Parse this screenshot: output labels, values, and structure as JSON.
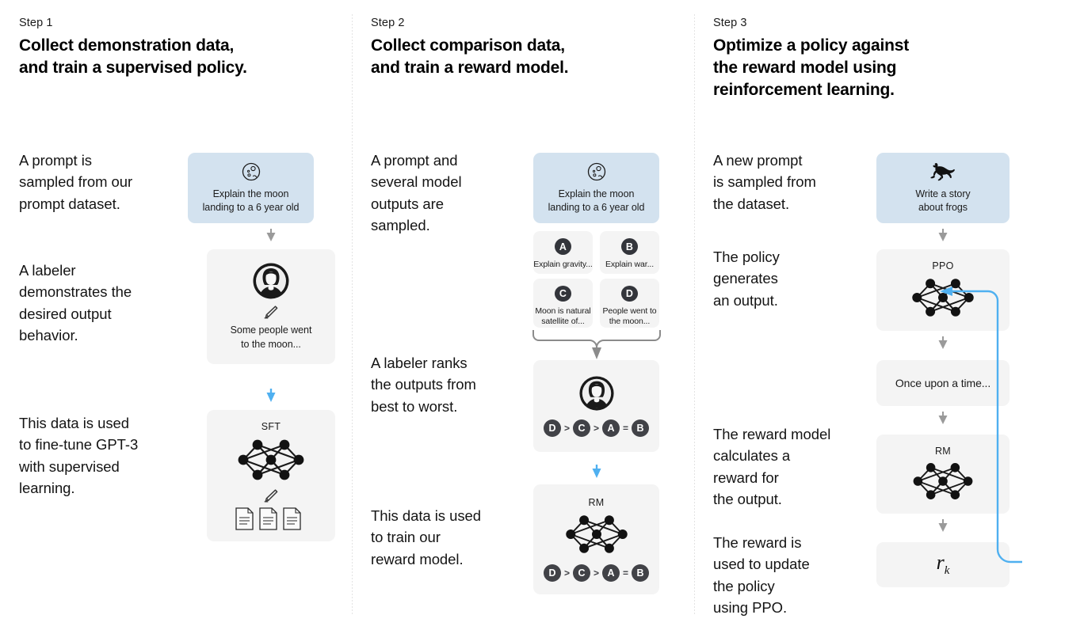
{
  "colors": {
    "prompt_box": "#d3e2ef",
    "neutral_box": "#f4f4f4",
    "accent_arrow": "#4fb0f0",
    "gray_arrow": "#8b8b8b",
    "badge_dark": "#33353b"
  },
  "columns": [
    {
      "step_label": "Step 1",
      "step_title": "Collect demonstration data,\nand train a supervised policy.",
      "paragraphs": [
        "A prompt is\nsampled from our\nprompt dataset.",
        "A labeler\ndemonstrates the\ndesired output\nbehavior.",
        "This data is used\nto fine-tune GPT-3\nwith supervised\nlearning."
      ],
      "cards": {
        "prompt": {
          "icon": "moon-icon",
          "caption": "Explain the moon\nlanding to a 6 year old"
        },
        "labeler": {
          "icon": "labeler-avatar-icon",
          "sub_icon": "pencil-icon",
          "caption": "Some people went\nto the moon..."
        },
        "sft": {
          "label": "SFT",
          "icon": "neural-network-icon",
          "sub_icon": "pencil-icon",
          "docs_icon": "documents-icon"
        }
      }
    },
    {
      "step_label": "Step 2",
      "step_title": "Collect comparison data,\nand train a reward model.",
      "paragraphs": [
        "A prompt and\nseveral model\noutputs are\nsampled.",
        "A labeler ranks\nthe outputs from\nbest to worst.",
        "This data is used\nto train our\nreward model."
      ],
      "cards": {
        "prompt": {
          "icon": "moon-icon",
          "caption": "Explain the moon\nlanding to a 6 year old"
        },
        "outputs": [
          {
            "badge": "A",
            "text": "Explain gravity..."
          },
          {
            "badge": "B",
            "text": "Explain war..."
          },
          {
            "badge": "C",
            "text": "Moon is natural\nsatellite of..."
          },
          {
            "badge": "D",
            "text": "People went to\nthe moon..."
          }
        ],
        "ranking": {
          "icon": "labeler-avatar-icon",
          "items": [
            "D",
            "C",
            "A",
            "B"
          ],
          "operators": [
            ">",
            ">",
            "="
          ]
        },
        "rm": {
          "label": "RM",
          "icon": "neural-network-icon",
          "items": [
            "D",
            "C",
            "A",
            "B"
          ],
          "operators": [
            ">",
            ">",
            "="
          ]
        }
      }
    },
    {
      "step_label": "Step 3",
      "step_title": "Optimize a policy against\nthe reward model using\nreinforcement learning.",
      "paragraphs": [
        "A new prompt\nis sampled from\nthe dataset.",
        "The policy\ngenerates\nan output.",
        "The reward model\ncalculates a\nreward for\nthe output.",
        "The reward is\nused to update\nthe policy\nusing PPO."
      ],
      "cards": {
        "prompt": {
          "icon": "frog-icon",
          "caption": "Write a story\nabout frogs"
        },
        "ppo": {
          "label": "PPO",
          "icon": "neural-network-icon"
        },
        "output": {
          "text": "Once upon a time..."
        },
        "rm": {
          "label": "RM",
          "icon": "neural-network-icon"
        },
        "reward": {
          "formula_base": "r",
          "formula_sub": "k"
        }
      }
    }
  ]
}
